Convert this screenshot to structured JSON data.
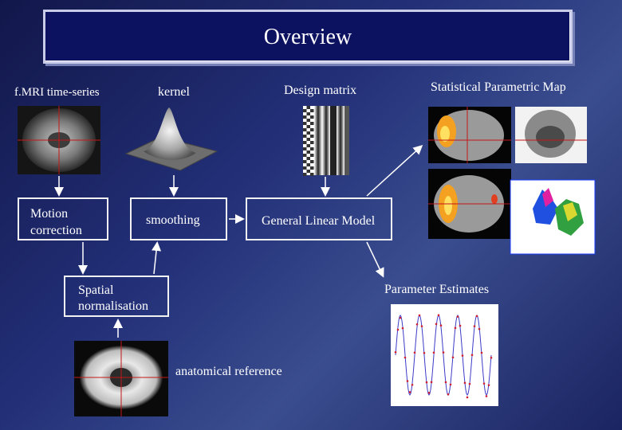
{
  "title": "Overview",
  "labels": {
    "fmri": "f.MRI time-series",
    "kernel": "kernel",
    "design": "Design matrix",
    "spm": "Statistical Parametric Map",
    "params": "Parameter Estimates",
    "anat": "anatomical reference"
  },
  "boxes": {
    "motion": [
      "Motion",
      "correction"
    ],
    "smoothing": "smoothing",
    "glm": "General Linear Model",
    "spatial": [
      "Spatial",
      "normalisation"
    ]
  },
  "colors": {
    "bg": "#233078",
    "title_bg": "#0d1260",
    "arrow": "#ffffff",
    "box_border": "#f2f2f2"
  }
}
